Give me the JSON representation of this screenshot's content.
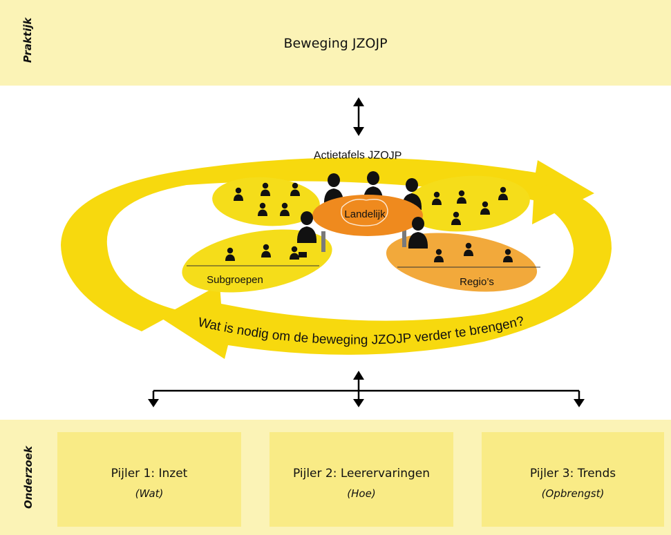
{
  "top": {
    "side_label": "Praktijk",
    "title": "Beweging JZOJP"
  },
  "ring": {
    "top_label": "Actietafels JZOJP",
    "bottom_label": "Wat is nodig om de beweging JZOJP verder te brengen?"
  },
  "tables": {
    "center": "Landelijk",
    "left": "Subgroepen",
    "right": "Regio’s"
  },
  "bottom": {
    "side_label": "Onderzoek",
    "pillars": [
      {
        "title": "Pijler 1: Inzet",
        "subtitle": "(Wat)"
      },
      {
        "title": "Pijler 2: Leerervaringen",
        "subtitle": "(Hoe)"
      },
      {
        "title": "Pijler 3: Trends",
        "subtitle": "(Opbrengst)"
      }
    ]
  },
  "colors": {
    "band": "#fbf3b6",
    "pillar": "#f9eb86",
    "ring": "#f7d90e",
    "ellipse_yellow": "#f5dd1a",
    "ellipse_orange": "#f2a93b",
    "table_center": "#ef8a1e"
  },
  "icons": [
    "person-icon",
    "doctor-icon",
    "nurse-icon",
    "computer-worker-icon",
    "money-icon"
  ]
}
